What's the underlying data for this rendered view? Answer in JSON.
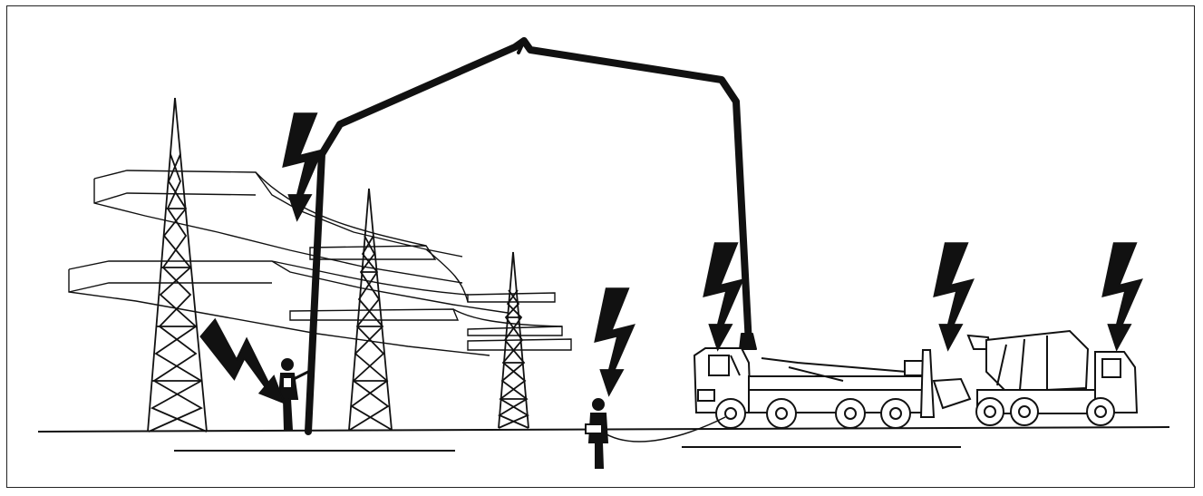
{
  "figure": {
    "colors": {
      "ink": "#111111",
      "frame": "#222222",
      "background": "#ffffff"
    },
    "hazard_symbol": "lightning-bolt-arrow",
    "hazards": [
      {
        "target": "boom-near-power-lines"
      },
      {
        "target": "worker-touching-boom"
      },
      {
        "target": "remote-control-operator"
      },
      {
        "target": "pump-truck-cab"
      },
      {
        "target": "pump-truck-rear"
      },
      {
        "target": "mixer-truck"
      }
    ]
  }
}
